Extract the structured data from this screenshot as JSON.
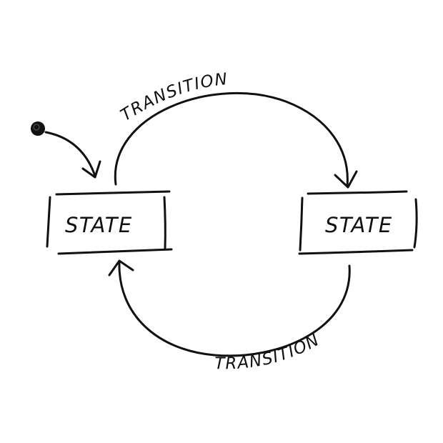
{
  "states": [
    {
      "label": "STATE"
    },
    {
      "label": "STATE"
    }
  ],
  "transitions": [
    {
      "label": "TRANSITION"
    },
    {
      "label": "TRANSITION"
    }
  ],
  "colors": {
    "ink": "#111111",
    "background": "#ffffff"
  }
}
